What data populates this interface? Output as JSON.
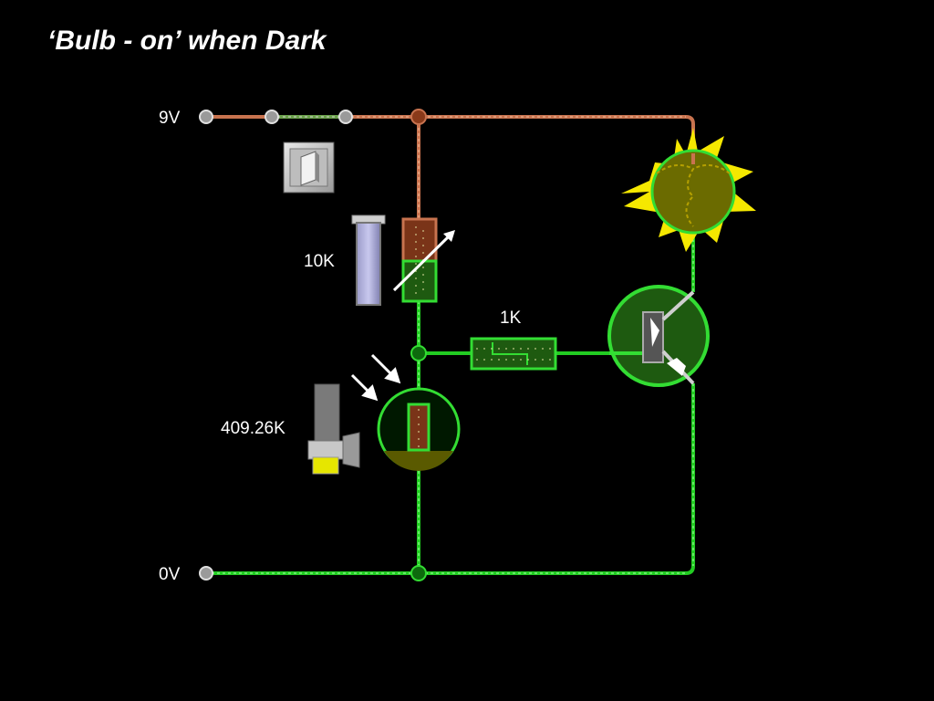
{
  "title": "‘Bulb - on’ when Dark",
  "labels": {
    "supply": "9V",
    "ground": "0V",
    "variable_resistor": "10K",
    "base_resistor": "1K",
    "ldr_reading": "409.26K"
  },
  "colors": {
    "background": "#000000",
    "live_wire": "#c8734f",
    "ground_wire": "#33dd33",
    "bulb_rays": "#f5e800",
    "bulb_glass": "#6b6b00"
  },
  "icons": {
    "switch": "toggle-switch-icon",
    "slider": "slider-control-icon",
    "lamp": "light-source-icon",
    "bulb": "glowing-bulb-icon",
    "transistor": "npn-transistor-icon",
    "ldr": "light-dependent-resistor-icon"
  }
}
